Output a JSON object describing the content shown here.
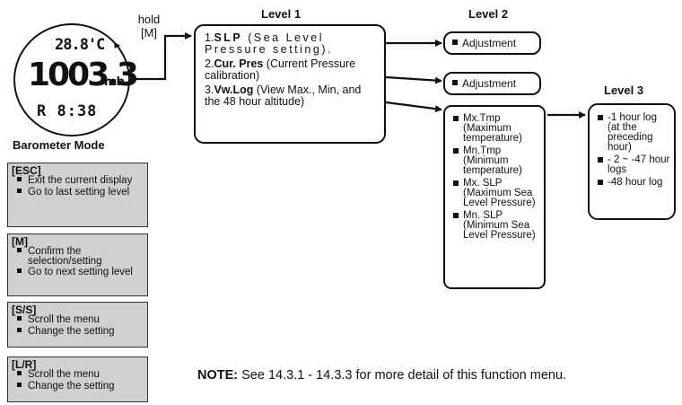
{
  "watch": {
    "top_reading": "28.8'C ▸",
    "main_reading": "1003.3",
    "unit": "mb",
    "bottom_reading": "R  8:38",
    "caption": "Barometer Mode"
  },
  "hold": {
    "line1": "hold",
    "line2": "[M]"
  },
  "levels": {
    "l1": "Level 1",
    "l2": "Level 2",
    "l3": "Level 3"
  },
  "level1": {
    "items": [
      {
        "num": "1.",
        "name": "SLP",
        "desc": " (Sea Level Pressure setting)."
      },
      {
        "num": "2.",
        "name": "Cur. Pres",
        "desc": " (Current Pressure calibration)"
      },
      {
        "num": "3.",
        "name": "Vw.Log",
        "desc": " (View Max., Min, and the 48 hour altitude)"
      }
    ]
  },
  "level2": {
    "adjust1": "Adjustment",
    "adjust2": "Adjustment",
    "log_items": [
      "Mx.Tmp (Maximum temperature)",
      "Mn.Tmp (Minimum temperature)",
      "Mx. SLP (Maximum Sea Level Pressure)",
      "Mn. SLP (Minimum Sea Level Pressure)"
    ]
  },
  "level3": {
    "items": [
      "-1 hour log (at the preceding hour)",
      "- 2 ~ -47 hour logs",
      "-48 hour log"
    ]
  },
  "keys": [
    {
      "title": "[ESC]",
      "items": [
        "Exit the current display",
        "Go to last setting level"
      ]
    },
    {
      "title": "[M]",
      "items": [
        "Confirm the selection/setting",
        "Go to next setting level"
      ]
    },
    {
      "title": "[S/S]",
      "items": [
        "Scroll the menu",
        "Change the setting"
      ]
    },
    {
      "title": "[L/R]",
      "items": [
        "Scroll the menu",
        "Change the setting"
      ]
    }
  ],
  "note": {
    "label": "NOTE:",
    "text": " See 14.3.1 - 14.3.3 for more detail of this function menu."
  }
}
